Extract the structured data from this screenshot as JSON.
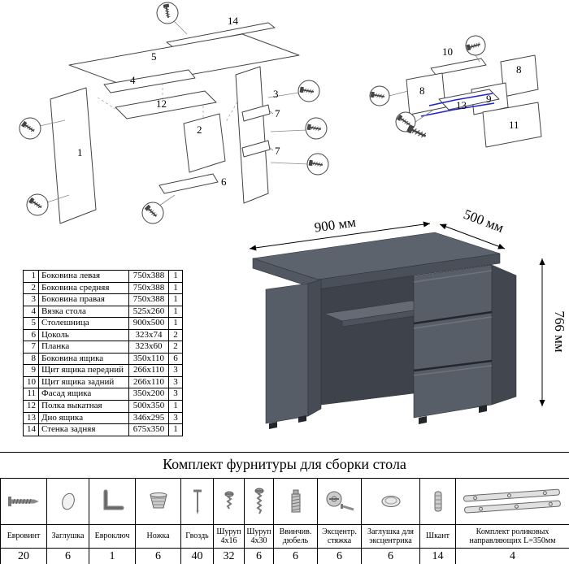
{
  "diagrams": {
    "left": {
      "p1": "1",
      "p2": "2",
      "p3": "3",
      "p4": "4",
      "p5": "5",
      "p6": "6",
      "p7a": "7",
      "p7b": "7",
      "p12": "12",
      "p14": "14"
    },
    "right": {
      "p8a": "8",
      "p8b": "8",
      "p9": "9",
      "p10": "10",
      "p11": "11",
      "p13": "13"
    }
  },
  "desk": {
    "dim_width": "900 мм",
    "dim_depth": "500 мм",
    "dim_height": "766 мм"
  },
  "parts_table": {
    "rows": [
      {
        "num": "1",
        "name": "Боковина левая",
        "size": "750x388",
        "qty": "1"
      },
      {
        "num": "2",
        "name": "Боковина средняя",
        "size": "750x388",
        "qty": "1"
      },
      {
        "num": "3",
        "name": "Боковина правая",
        "size": "750x388",
        "qty": "1"
      },
      {
        "num": "4",
        "name": "Вязка стола",
        "size": "525x260",
        "qty": "1"
      },
      {
        "num": "5",
        "name": "Столешница",
        "size": "900x500",
        "qty": "1"
      },
      {
        "num": "6",
        "name": "Цоколь",
        "size": "323x74",
        "qty": "2"
      },
      {
        "num": "7",
        "name": "Планка",
        "size": "323x60",
        "qty": "2"
      },
      {
        "num": "8",
        "name": "Боковина ящика",
        "size": "350x110",
        "qty": "6"
      },
      {
        "num": "9",
        "name": "Щит ящика передний",
        "size": "266x110",
        "qty": "3"
      },
      {
        "num": "10",
        "name": "Щит ящика задний",
        "size": "266x110",
        "qty": "3"
      },
      {
        "num": "11",
        "name": "Фасад ящика",
        "size": "350x200",
        "qty": "3"
      },
      {
        "num": "12",
        "name": "Полка выкатная",
        "size": "500x350",
        "qty": "1"
      },
      {
        "num": "13",
        "name": "Дно ящика",
        "size": "346x295",
        "qty": "3"
      },
      {
        "num": "14",
        "name": "Стенка задняя",
        "size": "675x350",
        "qty": "1"
      }
    ]
  },
  "hardware": {
    "title": "Комплект фурнитуры для сборки стола",
    "items": [
      {
        "name": "Евровинт",
        "qty": "20",
        "icon": "confirmat-screw-icon"
      },
      {
        "name": "Заглушка",
        "qty": "6",
        "icon": "cap-icon"
      },
      {
        "name": "Евроключ",
        "qty": "1",
        "icon": "hex-key-icon"
      },
      {
        "name": "Ножка",
        "qty": "6",
        "icon": "furniture-foot-icon"
      },
      {
        "name": "Гвоздь",
        "qty": "40",
        "icon": "nail-icon"
      },
      {
        "name": "Шуруп 4х16",
        "qty": "32",
        "icon": "screw-short-icon"
      },
      {
        "name": "Шуруп 4х30",
        "qty": "6",
        "icon": "screw-long-icon"
      },
      {
        "name": "Ввинчив. дюбель",
        "qty": "6",
        "icon": "screw-dowel-icon"
      },
      {
        "name": "Эксцентр. стяжка",
        "qty": "6",
        "icon": "cam-lock-icon"
      },
      {
        "name": "Заглушка для эксцентрика",
        "qty": "6",
        "icon": "cam-cap-icon"
      },
      {
        "name": "Шкант",
        "qty": "14",
        "icon": "wood-dowel-icon"
      },
      {
        "name": "Комплект роликовых направляющих L=350мм",
        "qty": "4",
        "icon": "roller-guides-icon"
      }
    ]
  }
}
